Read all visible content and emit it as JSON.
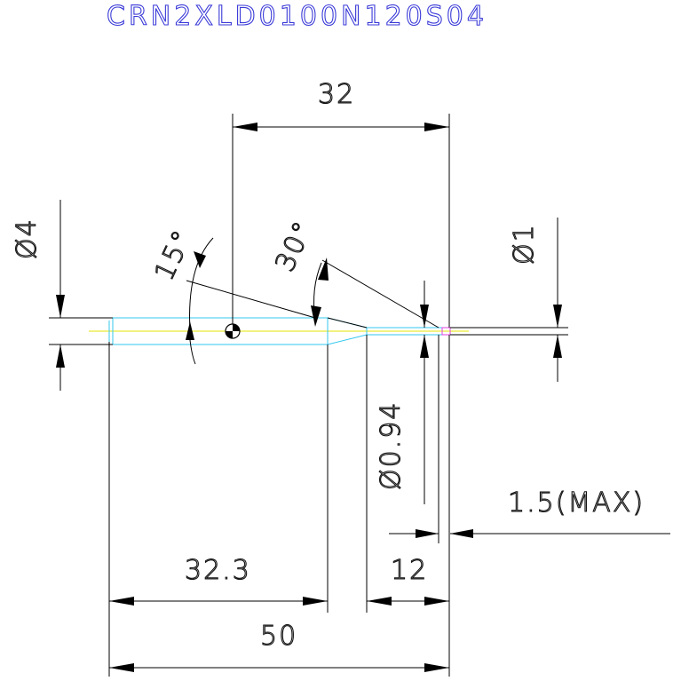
{
  "title": "CRN2XLD0100N120S04",
  "dimensions": {
    "len_32": "32",
    "dia_4": "Ø4",
    "angle_15": "15°",
    "angle_30": "30°",
    "dia_1": "Ø1",
    "dia_094": "Ø0.94",
    "max_15": "1.5(MAX)",
    "len_323": "32.3",
    "len_12": "12",
    "len_50": "50"
  },
  "colors": {
    "title": "#3a3ad8",
    "lines": "#000000",
    "shank_outline": "#33c7ee",
    "centerline": "#e6e600",
    "tip": "#e040e0"
  }
}
